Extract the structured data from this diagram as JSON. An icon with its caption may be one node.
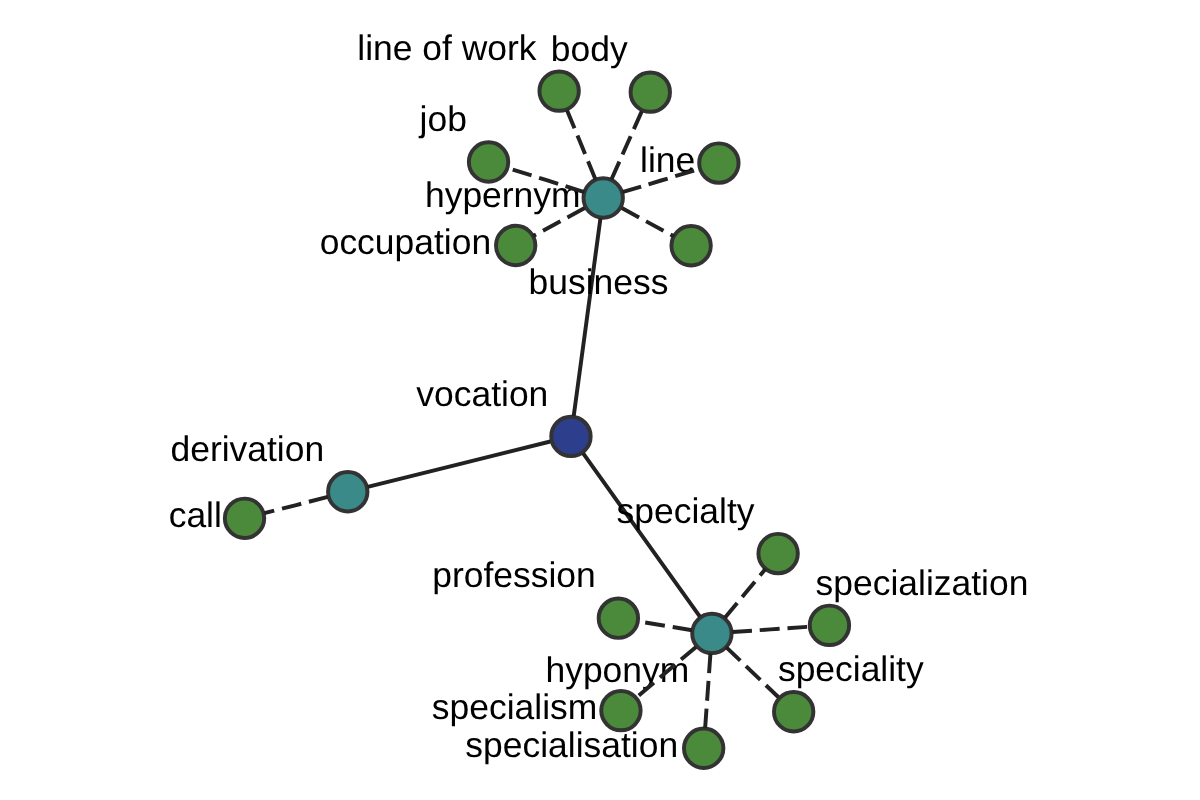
{
  "diagram": {
    "nodes": [
      {
        "text": [],
        "shape": "circle",
        "beside": [
          "vocation"
        ]
      },
      {
        "text": [],
        "shape": "circle",
        "beside": [
          "hyponym"
        ]
      },
      {
        "text": [],
        "shape": "circle",
        "beside": [
          "derivation"
        ]
      },
      {
        "text": [],
        "shape": "circle",
        "beside": [
          "hypernym"
        ]
      },
      {
        "text": [],
        "shape": "circle",
        "beside": [
          "specialty"
        ]
      },
      {
        "text": [],
        "shape": "circle",
        "beside": [
          "profession"
        ]
      },
      {
        "text": [],
        "shape": "circle",
        "beside": [
          "specialism"
        ]
      },
      {
        "text": [],
        "shape": "circle",
        "beside": [
          "specialization"
        ]
      },
      {
        "text": [],
        "shape": "circle",
        "beside": [
          "specialisation"
        ]
      },
      {
        "text": [],
        "shape": "circle",
        "beside": [
          "speciality"
        ]
      },
      {
        "text": [],
        "shape": "circle",
        "beside": [
          "call"
        ]
      },
      {
        "text": [],
        "shape": "circle",
        "beside": [
          "job"
        ]
      },
      {
        "text": [],
        "shape": "circle",
        "beside": [
          "line"
        ]
      },
      {
        "text": [],
        "shape": "circle",
        "beside": [
          "body"
        ]
      },
      {
        "text": [],
        "shape": "circle",
        "beside": [
          "line of work"
        ]
      },
      {
        "text": [],
        "shape": "circle",
        "beside": [
          "occupation"
        ]
      },
      {
        "text": [],
        "shape": "circle",
        "beside": [
          "business"
        ]
      }
    ],
    "edges": [
      {
        "from": 0,
        "to": 1,
        "arrow": "none"
      },
      {
        "from": 0,
        "to": 2,
        "arrow": "none"
      },
      {
        "from": 0,
        "to": 3,
        "arrow": "none"
      },
      {
        "from": 1,
        "to": 4,
        "arrow": "none",
        "style": "dashed"
      },
      {
        "from": 1,
        "to": 5,
        "arrow": "none",
        "style": "dashed"
      },
      {
        "from": 1,
        "to": 6,
        "arrow": "none",
        "style": "dashed"
      },
      {
        "from": 1,
        "to": 7,
        "arrow": "none",
        "style": "dashed"
      },
      {
        "from": 1,
        "to": 8,
        "arrow": "none",
        "style": "dashed"
      },
      {
        "from": 1,
        "to": 9,
        "arrow": "none",
        "style": "dashed"
      },
      {
        "from": 2,
        "to": 10,
        "arrow": "none",
        "style": "dashed"
      },
      {
        "from": 3,
        "to": 11,
        "arrow": "none",
        "style": "dashed"
      },
      {
        "from": 3,
        "to": 12,
        "arrow": "none",
        "style": "dashed"
      },
      {
        "from": 3,
        "to": 13,
        "arrow": "none",
        "style": "dashed"
      },
      {
        "from": 3,
        "to": 14,
        "arrow": "none",
        "style": "dashed"
      },
      {
        "from": 3,
        "to": 15,
        "arrow": "none",
        "style": "dashed"
      },
      {
        "from": 3,
        "to": 16,
        "arrow": "none",
        "style": "dashed"
      }
    ]
  }
}
